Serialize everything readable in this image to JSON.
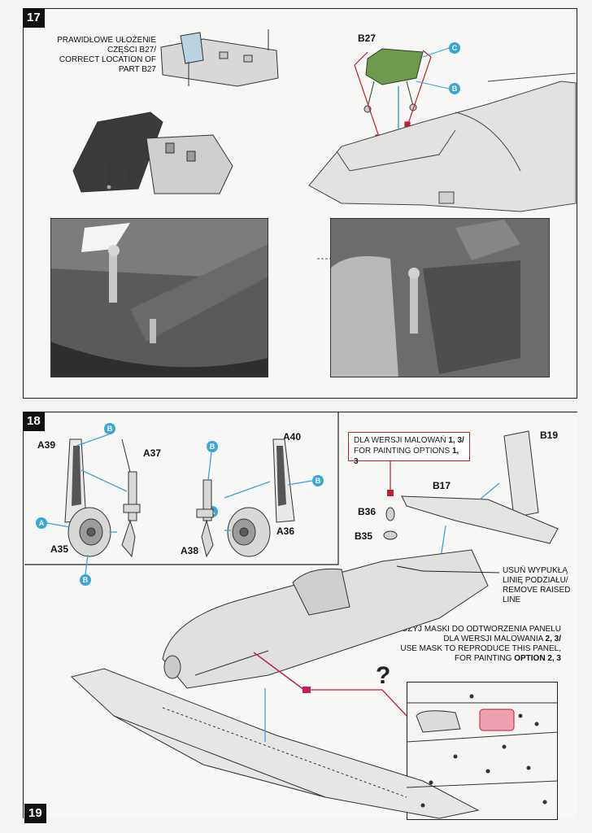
{
  "step17": {
    "number": "17",
    "correct_location_pl": "PRAWIDŁOWE UŁOŻENIE CZĘŚCI B27/",
    "correct_location_en": "CORRECT LOCATION OF PART B27",
    "part_b27": "B27",
    "badge_c": "C",
    "badge_b": "B"
  },
  "step18": {
    "number": "18",
    "parts": {
      "a39": "A39",
      "a37": "A37",
      "a35": "A35",
      "a40": "A40",
      "a38": "A38",
      "a36": "A36",
      "b19": "B19",
      "b17": "B17",
      "b36": "B36",
      "b35": "B35"
    },
    "badges": {
      "a": "A",
      "b": "B"
    },
    "painting_options_pl": "DLA WERSJI MALOWAŃ",
    "painting_options_pl_nums": "1, 3/",
    "painting_options_en": "FOR PAINTING OPTIONS",
    "painting_options_en_nums": "1, 3",
    "remove_line_pl": "USUŃ WYPUKŁĄ LINIĘ PODZIAŁU/",
    "remove_line_en": "REMOVE RAISED LINE",
    "mask_pl_1": "UŻYJ MASKI DO ODTWORZENIA PANELU",
    "mask_pl_2": "DLA WERSJI MALOWANIA",
    "mask_pl_nums": "2, 3/",
    "mask_en_1": "USE MASK TO REPRODUCE THIS PANEL,",
    "mask_en_2": "FOR PAINTING",
    "mask_en_option": "OPTION 2, 3",
    "question_mark": "?"
  },
  "step19": {
    "number": "19"
  },
  "colors": {
    "accent_blue": "#3aa6d6",
    "callout_red": "#c02030",
    "part_green": "#6f9a4e"
  }
}
